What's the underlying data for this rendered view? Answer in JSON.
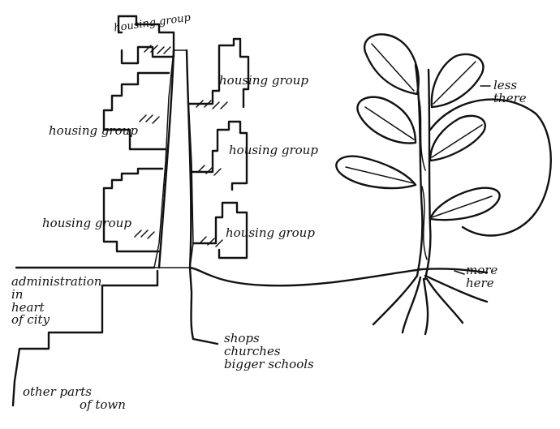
{
  "labels": {
    "housing_group_top": "housing group",
    "housing_1": "housing group",
    "housing_2": "housing group",
    "housing_3": "housing group",
    "housing_left_1": "housing group",
    "housing_left_2": "housing group",
    "admin_line1": "administration",
    "admin_line2": "in",
    "admin_line3": "heart",
    "admin_line4": "of city",
    "shops_line1": "shops",
    "shops_line2": "churches",
    "shops_line3": "bigger schools",
    "other_line1": "other parts",
    "other_line2": "of town",
    "less_line1": "less",
    "less_line2": "there",
    "more_line1": "more",
    "more_line2": "here"
  }
}
